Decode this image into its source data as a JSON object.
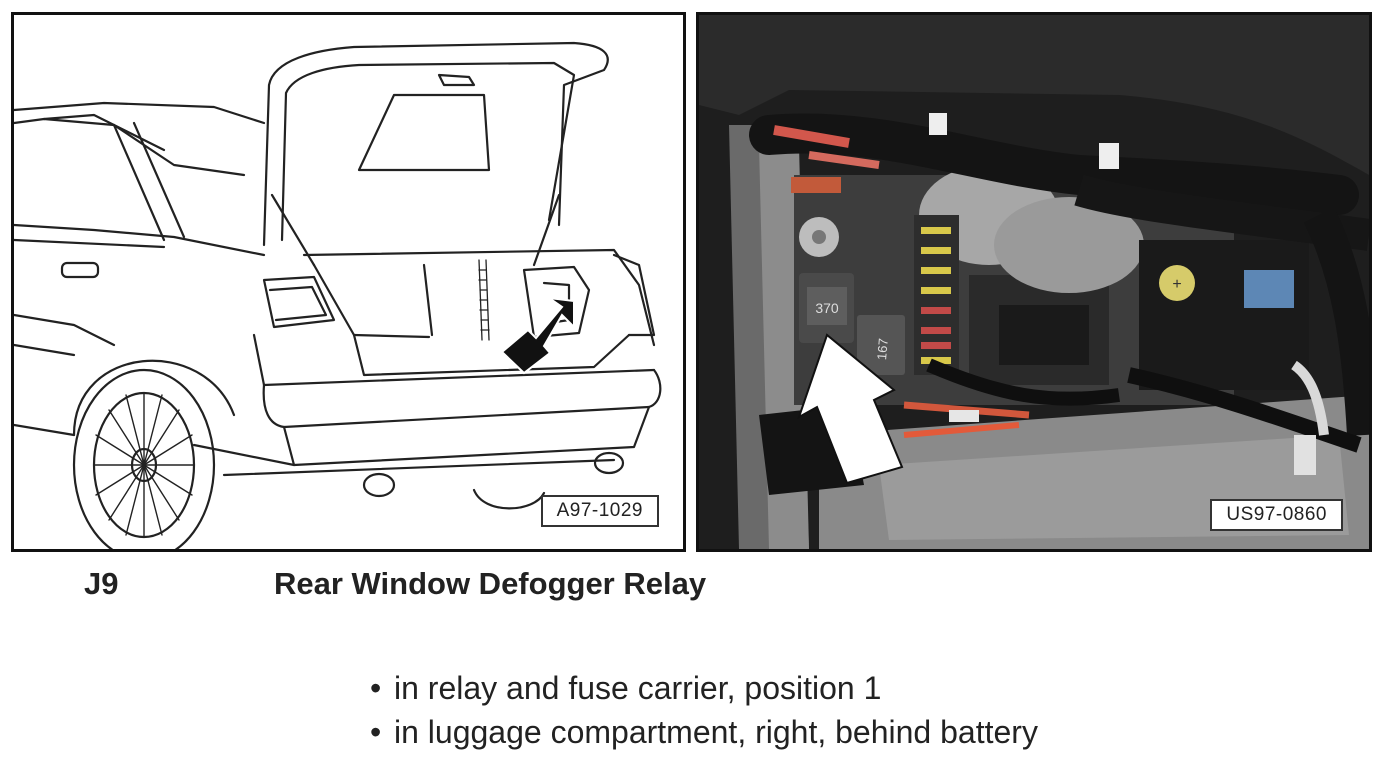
{
  "figure_left": {
    "reference": "A97-1029"
  },
  "figure_right": {
    "reference": "US97-0860",
    "relay_marking": "370",
    "relay2_marking": "167",
    "battery_symbol": "+"
  },
  "component": {
    "code": "J9",
    "name": "Rear Window Defogger Relay"
  },
  "locations": [
    "in relay and fuse carrier, position 1",
    "in luggage compartment, right, behind battery"
  ],
  "bullet_symbol": "•",
  "icons": {
    "left_arrow": "arrow-pointing-up-right-icon",
    "right_arrow": "arrow-pointing-up-left-icon"
  }
}
